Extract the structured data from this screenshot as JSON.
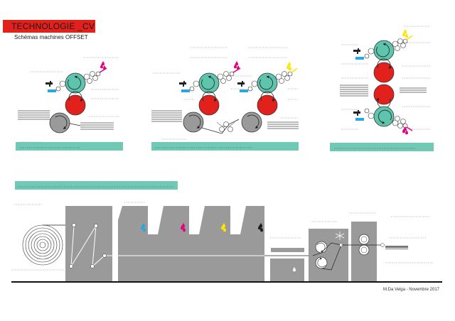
{
  "header": {
    "title": "TECHNOLOGIE _CV",
    "subtitle": "Schémas machines OFFSET"
  },
  "footer": {
    "credit": "M.Da Veiga - Novembre 2017"
  },
  "colors": {
    "title_bg": "#e3211c",
    "plate_cylinder": "#5ec4ae",
    "blanket_cylinder": "#e3211c",
    "impression_cylinder": "#9a9a9a",
    "label_bar": "#6fc9b4",
    "press_body": "#9a9a9a",
    "ink_cyan": "#29a8df",
    "ink_magenta": "#e6007e",
    "ink_yellow": "#ffe500",
    "ink_black": "#1a1a1a"
  },
  "icons": [
    "water-tap-icon",
    "ink-droplets-icon",
    "drying-snowflake-icon",
    "water-drop-icon"
  ]
}
